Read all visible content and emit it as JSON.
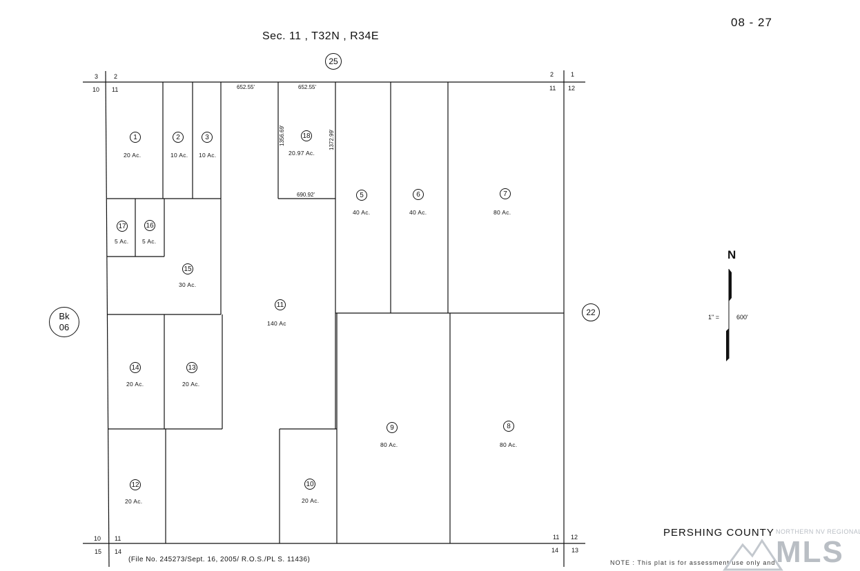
{
  "header": {
    "sheet_no": "08 - 27",
    "title": "Sec. 11 , T32N , R34E"
  },
  "adjoining": {
    "north": "25",
    "east": "22",
    "west_book_label": "Bk",
    "west_book_no": "06"
  },
  "corners": {
    "nw_top_left": "3",
    "nw_top_right": "2",
    "nw_bottom_left": "10",
    "nw_bottom_right": "11",
    "ne_top_left": "2",
    "ne_top_right": "1",
    "ne_bottom_left": "11",
    "ne_bottom_right": "12",
    "sw_top_left": "10",
    "sw_top_right": "11",
    "sw_bottom_left": "15",
    "sw_bottom_right": "14",
    "se_top_left": "11",
    "se_top_right": "12",
    "se_bottom_left": "14",
    "se_bottom_right": "13"
  },
  "dimensions": {
    "top_left": "652.55'",
    "top_right": "652.55'",
    "bottom_18": "690.92'",
    "left_18": "1356.69'",
    "right_18": "1372.99'"
  },
  "parcels": [
    {
      "id": "1",
      "acres": "20 Ac."
    },
    {
      "id": "2",
      "acres": "10 Ac."
    },
    {
      "id": "3",
      "acres": "10 Ac."
    },
    {
      "id": "18",
      "acres": "20.97 Ac."
    },
    {
      "id": "5",
      "acres": "40 Ac."
    },
    {
      "id": "6",
      "acres": "40 Ac."
    },
    {
      "id": "7",
      "acres": "80 Ac."
    },
    {
      "id": "17",
      "acres": "5 Ac."
    },
    {
      "id": "16",
      "acres": "5 Ac."
    },
    {
      "id": "15",
      "acres": "30 Ac."
    },
    {
      "id": "11",
      "acres": "140 Ac"
    },
    {
      "id": "14",
      "acres": "20 Ac."
    },
    {
      "id": "13",
      "acres": "20 Ac."
    },
    {
      "id": "9",
      "acres": "80 Ac."
    },
    {
      "id": "8",
      "acres": "80 Ac."
    },
    {
      "id": "12",
      "acres": "20 Ac."
    },
    {
      "id": "10",
      "acres": "20 Ac."
    }
  ],
  "scale": {
    "north": "N",
    "left": "1\" =",
    "right": "600'"
  },
  "footer": {
    "county": "PERSHING COUNTY",
    "file_no": "(File No. 245273/Sept. 16, 2005/ R.O.S./PL S. 11436)",
    "note": "NOTE : This plat is for assessment use only and"
  },
  "watermark": {
    "line1": "NORTHERN NV REGIONAL",
    "line2": "MLS"
  }
}
